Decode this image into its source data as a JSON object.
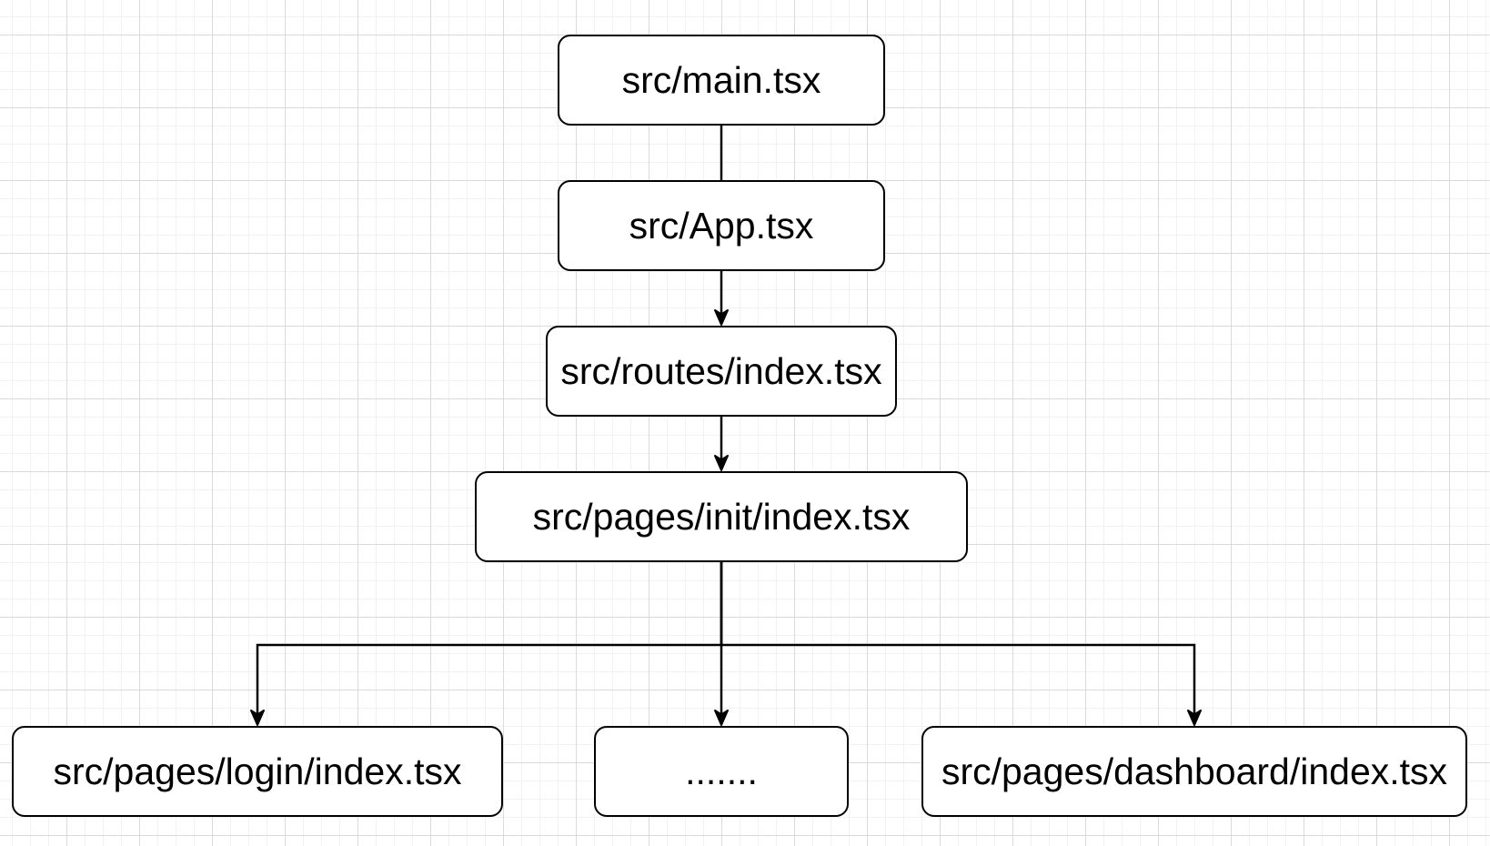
{
  "diagram": {
    "type": "flowchart",
    "direction": "top-down",
    "colors": {
      "canvas_background": "#ffffff",
      "grid_minor": "#f2f2f2",
      "grid_major": "#dadada",
      "node_fill": "#ffffff",
      "node_border": "#000000",
      "node_text": "#000000",
      "edge_stroke": "#000000"
    },
    "nodes": {
      "main": {
        "label": "src/main.tsx"
      },
      "app": {
        "label": "src/App.tsx"
      },
      "routes": {
        "label": "src/routes/index.tsx"
      },
      "init": {
        "label": "src/pages/init/index.tsx"
      },
      "login": {
        "label": "src/pages/login/index.tsx"
      },
      "placeholder": {
        "label": "......."
      },
      "dashboard": {
        "label": "src/pages/dashboard/index.tsx"
      }
    },
    "edges": [
      {
        "from": "main",
        "to": "app",
        "arrowhead": false
      },
      {
        "from": "app",
        "to": "routes",
        "arrowhead": true
      },
      {
        "from": "routes",
        "to": "init",
        "arrowhead": true
      },
      {
        "from": "init",
        "to": "login",
        "arrowhead": true
      },
      {
        "from": "init",
        "to": "placeholder",
        "arrowhead": true
      },
      {
        "from": "init",
        "to": "dashboard",
        "arrowhead": true
      }
    ]
  }
}
